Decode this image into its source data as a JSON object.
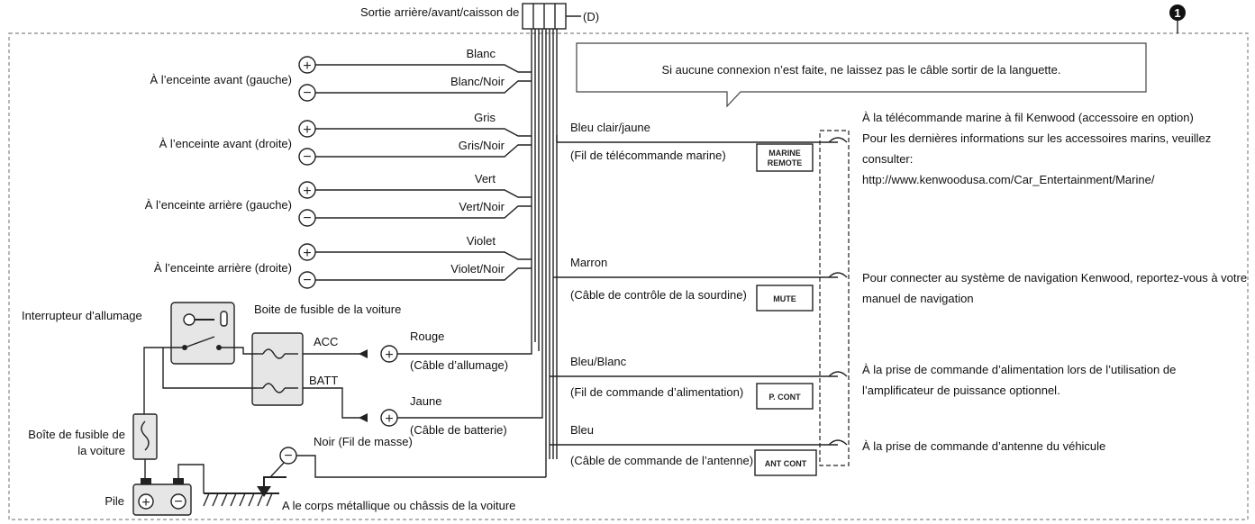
{
  "header": {
    "subtitle": "Sortie arrière/avant/caisson de grave",
    "connector_label": "(D)",
    "badge": "1"
  },
  "note": "Si aucune connexion n’est faite, ne laissez pas le câble sortir de la languette.",
  "speakers": [
    {
      "target": "À l’enceinte avant (gauche)",
      "plus": "Blanc",
      "minus": "Blanc/Noir"
    },
    {
      "target": "À l’enceinte avant (droite)",
      "plus": "Gris",
      "minus": "Gris/Noir"
    },
    {
      "target": "À l’enceinte arrière (gauche)",
      "plus": "Vert",
      "minus": "Vert/Noir"
    },
    {
      "target": "À l’enceinte arrière (droite)",
      "plus": "Violet",
      "minus": "Violet/Noir"
    }
  ],
  "power": {
    "ignition_switch": "Interrupteur d’allumage",
    "fuse_box_car": "Boite de fusible de la voiture",
    "acc": "ACC",
    "batt": "BATT",
    "red": "Rouge",
    "red_desc": "(Câble d’allumage)",
    "yellow": "Jaune",
    "yellow_desc": "(Câble de batterie)",
    "fuse_box_battery_line1": "Boîte de fusible de",
    "fuse_box_battery_line2": "la voiture",
    "battery": "Pile",
    "ground": "Noir (Fil de masse)",
    "chassis": "A le corps métallique ou châssis de la voiture"
  },
  "right_wires": [
    {
      "color": "Bleu clair/jaune",
      "desc": "(Fil de télécommande marine)",
      "box_line1": "MARINE",
      "box_line2": "REMOTE",
      "info": [
        "À la télécommande marine à fil Kenwood (accessoire en option)",
        "Pour les dernières informations sur les accessoires marins, veuillez",
        "consulter:",
        "http://www.kenwoodusa.com/Car_Entertainment/Marine/"
      ]
    },
    {
      "color": "Marron",
      "desc": "(Câble de contrôle de la sourdine)",
      "box_line1": "MUTE",
      "box_line2": "",
      "info": [
        "Pour connecter au système de navigation Kenwood, reportez-vous à votre",
        "manuel de navigation"
      ]
    },
    {
      "color": "Bleu/Blanc",
      "desc": "(Fil de commande d’alimentation)",
      "box_line1": "P. CONT",
      "box_line2": "",
      "info": [
        "À la prise de commande d’alimentation lors de l’utilisation de",
        "l’amplificateur de puissance optionnel."
      ]
    },
    {
      "color": "Bleu",
      "desc": "(Câble de commande de l’antenne)",
      "box_line1": "ANT CONT",
      "box_line2": "",
      "info": [
        "À la prise de commande d’antenne du véhicule"
      ]
    }
  ]
}
